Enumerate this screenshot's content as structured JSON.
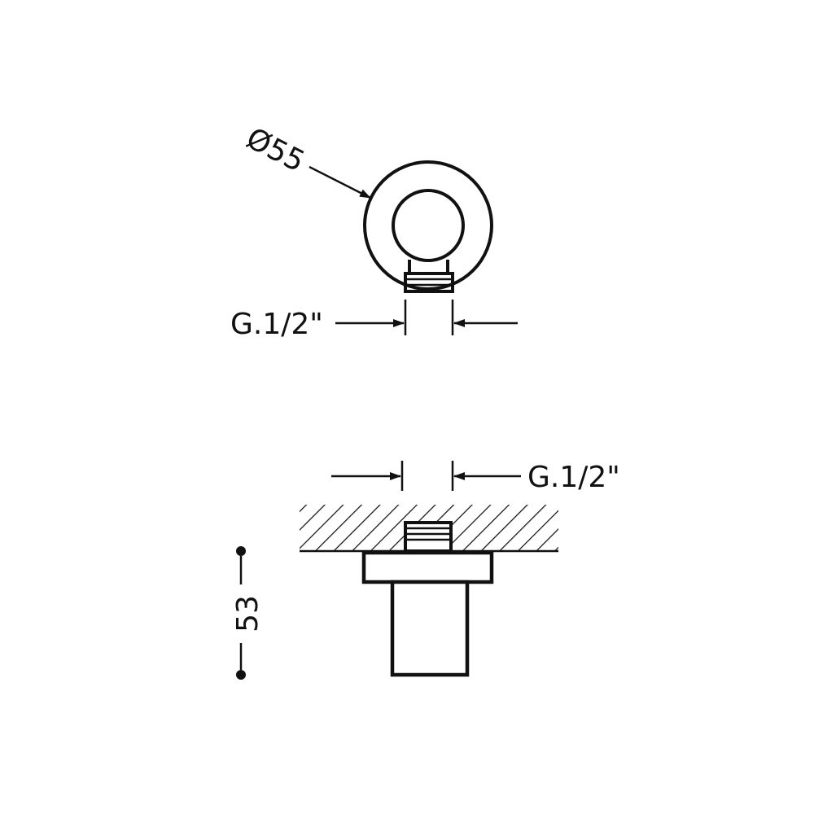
{
  "dimensions": {
    "diameter_label": "Ø55",
    "thread_label_top": "G.1/2\"",
    "thread_label_bottom": "G.1/2\"",
    "height_label": "53"
  },
  "colors": {
    "line": "#111111",
    "background": "#ffffff"
  }
}
